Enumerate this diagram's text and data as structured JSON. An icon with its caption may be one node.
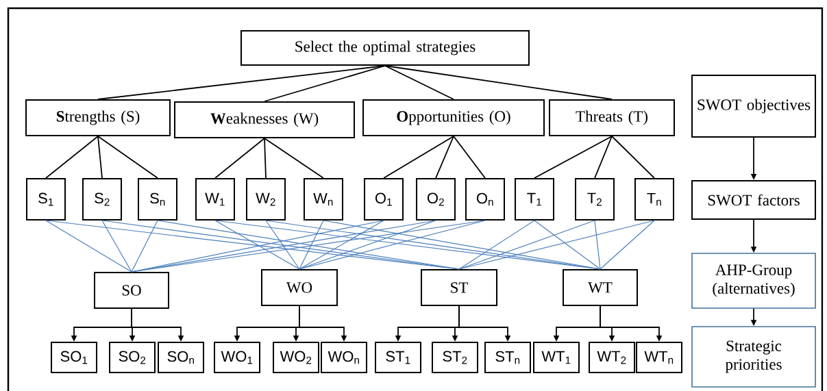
{
  "diagram": {
    "nodes": [
      {
        "text": [
          "Select the optimal strategies"
        ]
      },
      {
        "text": [
          "**S**trengths (S)"
        ]
      },
      {
        "text": [
          "**W**eaknesses (W)"
        ]
      },
      {
        "text": [
          "**O**pportunities (O)"
        ]
      },
      {
        "text": [
          "Threats (T)"
        ]
      },
      {
        "text": [
          "SWOT objectives"
        ]
      },
      {
        "text": [
          "S$_{1}$"
        ]
      },
      {
        "text": [
          "S$_{2}$"
        ]
      },
      {
        "text": [
          "S$_{n}$"
        ]
      },
      {
        "text": [
          "W$_{1}$"
        ]
      },
      {
        "text": [
          "W$_{2}$"
        ]
      },
      {
        "text": [
          "W$_{n}$"
        ]
      },
      {
        "text": [
          "O$_{1}$"
        ]
      },
      {
        "text": [
          "O$_{2}$"
        ]
      },
      {
        "text": [
          "O$_{n}$"
        ]
      },
      {
        "text": [
          "T$_{1}$"
        ]
      },
      {
        "text": [
          "T$_{2}$"
        ]
      },
      {
        "text": [
          "T$_{n}$"
        ]
      },
      {
        "text": [
          "SWOT factors"
        ]
      },
      {
        "text": [
          "SO"
        ]
      },
      {
        "text": [
          "WO"
        ]
      },
      {
        "text": [
          "ST"
        ]
      },
      {
        "text": [
          "WT"
        ]
      },
      {
        "text": [
          "AHP-Group (alternatives)"
        ]
      },
      {
        "text": [
          "SO$_{1}$"
        ]
      },
      {
        "text": [
          "SO$_{2}$"
        ]
      },
      {
        "text": [
          "SO$_{n}$"
        ]
      },
      {
        "text": [
          "WO$_{1}$"
        ]
      },
      {
        "text": [
          "WO$_{2}$"
        ]
      },
      {
        "text": [
          "WO$_{n}$"
        ]
      },
      {
        "text": [
          "ST$_{1}$"
        ]
      },
      {
        "text": [
          "ST$_{2}$"
        ]
      },
      {
        "text": [
          "ST$_{n}$"
        ]
      },
      {
        "text": [
          "WT$_{1}$"
        ]
      },
      {
        "text": [
          "WT$_{2}$"
        ]
      },
      {
        "text": [
          "WT$_{n}$"
        ]
      },
      {
        "text": [
          "Strategic priorities"
        ]
      }
    ],
    "edges": [
      {
        "from": 0,
        "to": 1,
        "arrow": "none"
      },
      {
        "from": 0,
        "to": 2,
        "arrow": "none"
      },
      {
        "from": 0,
        "to": 3,
        "arrow": "none"
      },
      {
        "from": 0,
        "to": 4,
        "arrow": "none"
      },
      {
        "from": 1,
        "to": 6,
        "arrow": "none"
      },
      {
        "from": 1,
        "to": 7,
        "arrow": "none"
      },
      {
        "from": 1,
        "to": 8,
        "arrow": "none"
      },
      {
        "from": 2,
        "to": 9,
        "arrow": "none"
      },
      {
        "from": 2,
        "to": 10,
        "arrow": "none"
      },
      {
        "from": 2,
        "to": 11,
        "arrow": "none"
      },
      {
        "from": 3,
        "to": 12,
        "arrow": "none"
      },
      {
        "from": 3,
        "to": 13,
        "arrow": "none"
      },
      {
        "from": 3,
        "to": 14,
        "arrow": "none"
      },
      {
        "from": 4,
        "to": 15,
        "arrow": "none"
      },
      {
        "from": 4,
        "to": 16,
        "arrow": "none"
      },
      {
        "from": 4,
        "to": 17,
        "arrow": "none"
      },
      {
        "from": 6,
        "to": 19,
        "arrow": "none",
        "color": "#4a7ebb"
      },
      {
        "from": 7,
        "to": 19,
        "arrow": "none",
        "color": "#4a7ebb"
      },
      {
        "from": 8,
        "to": 19,
        "arrow": "none",
        "color": "#4a7ebb"
      },
      {
        "from": 12,
        "to": 19,
        "arrow": "none",
        "color": "#4a7ebb"
      },
      {
        "from": 13,
        "to": 19,
        "arrow": "none",
        "color": "#4a7ebb"
      },
      {
        "from": 14,
        "to": 19,
        "arrow": "none",
        "color": "#4a7ebb"
      },
      {
        "from": 9,
        "to": 20,
        "arrow": "none",
        "color": "#4a7ebb"
      },
      {
        "from": 10,
        "to": 20,
        "arrow": "none",
        "color": "#4a7ebb"
      },
      {
        "from": 11,
        "to": 20,
        "arrow": "none",
        "color": "#4a7ebb"
      },
      {
        "from": 12,
        "to": 20,
        "arrow": "none",
        "color": "#4a7ebb"
      },
      {
        "from": 13,
        "to": 20,
        "arrow": "none",
        "color": "#4a7ebb"
      },
      {
        "from": 14,
        "to": 20,
        "arrow": "none",
        "color": "#4a7ebb"
      },
      {
        "from": 6,
        "to": 21,
        "arrow": "none",
        "color": "#4a7ebb"
      },
      {
        "from": 7,
        "to": 21,
        "arrow": "none",
        "color": "#4a7ebb"
      },
      {
        "from": 8,
        "to": 21,
        "arrow": "none",
        "color": "#4a7ebb"
      },
      {
        "from": 15,
        "to": 21,
        "arrow": "none",
        "color": "#4a7ebb"
      },
      {
        "from": 16,
        "to": 21,
        "arrow": "none",
        "color": "#4a7ebb"
      },
      {
        "from": 17,
        "to": 21,
        "arrow": "none",
        "color": "#4a7ebb"
      },
      {
        "from": 9,
        "to": 22,
        "arrow": "none",
        "color": "#4a7ebb"
      },
      {
        "from": 10,
        "to": 22,
        "arrow": "none",
        "color": "#4a7ebb"
      },
      {
        "from": 11,
        "to": 22,
        "arrow": "none",
        "color": "#4a7ebb"
      },
      {
        "from": 15,
        "to": 22,
        "arrow": "none",
        "color": "#4a7ebb"
      },
      {
        "from": 16,
        "to": 22,
        "arrow": "none",
        "color": "#4a7ebb"
      },
      {
        "from": 17,
        "to": 22,
        "arrow": "none",
        "color": "#4a7ebb"
      },
      {
        "from": 19,
        "to": 24,
        "arrow": "to"
      },
      {
        "from": 19,
        "to": 25,
        "arrow": "to"
      },
      {
        "from": 19,
        "to": 26,
        "arrow": "to"
      },
      {
        "from": 20,
        "to": 27,
        "arrow": "to"
      },
      {
        "from": 20,
        "to": 28,
        "arrow": "to"
      },
      {
        "from": 20,
        "to": 29,
        "arrow": "to"
      },
      {
        "from": 21,
        "to": 30,
        "arrow": "to"
      },
      {
        "from": 21,
        "to": 31,
        "arrow": "to"
      },
      {
        "from": 21,
        "to": 32,
        "arrow": "to"
      },
      {
        "from": 22,
        "to": 33,
        "arrow": "to"
      },
      {
        "from": 22,
        "to": 34,
        "arrow": "to"
      },
      {
        "from": 22,
        "to": 35,
        "arrow": "to"
      },
      {
        "from": 5,
        "to": 18,
        "arrow": "to"
      },
      {
        "from": 18,
        "to": 23,
        "arrow": "to"
      },
      {
        "from": 23,
        "to": 36,
        "arrow": "to"
      }
    ]
  }
}
